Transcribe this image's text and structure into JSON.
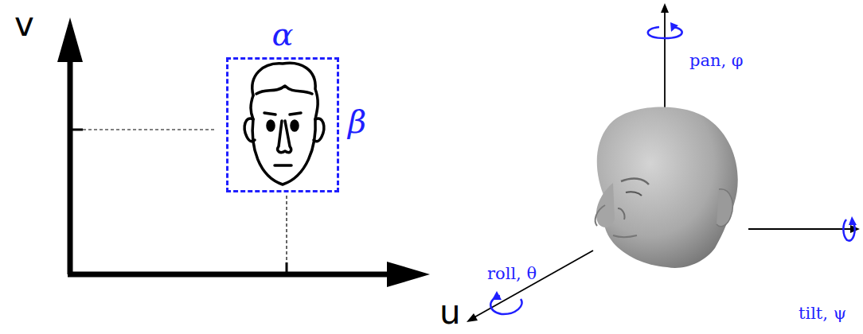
{
  "diagram": {
    "nodes": [
      {
        "text": [
          "α",
          "β"
        ]
      }
    ],
    "labels": [
      "v",
      "u",
      "pan, φ",
      "tilt, ψ",
      "roll, θ"
    ]
  }
}
